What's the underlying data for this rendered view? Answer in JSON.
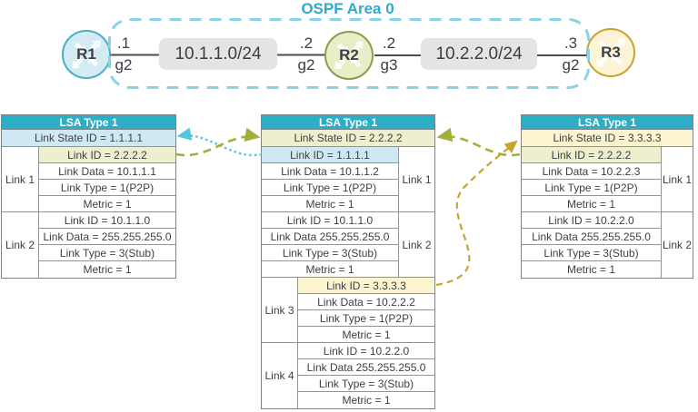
{
  "title": "OSPF Area 0",
  "topology": {
    "routers": [
      {
        "name": "R1",
        "color": "#d5ebf4",
        "border": "#47afc8"
      },
      {
        "name": "R2",
        "color": "#e9edc8",
        "border": "#8c9b4f"
      },
      {
        "name": "R3",
        "color": "#fcf4d5",
        "border": "#c7a334"
      }
    ],
    "networks": [
      {
        "name": "10.1.1.0/24"
      },
      {
        "name": "10.2.2.0/24"
      }
    ],
    "interfaces": [
      {
        "addr": ".1",
        "port": "g2"
      },
      {
        "addr": ".2",
        "port": "g2"
      },
      {
        "addr": ".2",
        "port": "g3"
      },
      {
        "addr": ".3",
        "port": "g2"
      }
    ]
  },
  "tables": [
    {
      "router": "R1",
      "header": "LSA Type 1",
      "link_state_id": "Link State ID = 1.1.1.1",
      "links": [
        {
          "label": "Link 1",
          "rows": [
            "Link ID = 2.2.2.2",
            "Link Data = 10.1.1.1",
            "Link Type = 1(P2P)",
            "Metric = 1"
          ]
        },
        {
          "label": "Link 2",
          "rows": [
            "Link ID = 10.1.1.0",
            "Link Data = 255.255.255.0",
            "Link Type = 3(Stub)",
            "Metric = 1"
          ]
        }
      ]
    },
    {
      "router": "R2",
      "header": "LSA Type 1",
      "link_state_id": "Link State ID = 2.2.2.2",
      "links": [
        {
          "label": "Link 1",
          "rows": [
            "Link ID = 1.1.1.1",
            "Link Data = 10.1.1.2",
            "Link Type = 1(P2P)",
            "Metric = 1"
          ]
        },
        {
          "label": "Link 2",
          "rows": [
            "Link ID = 10.1.1.0",
            "Link Data 255.255.255.0",
            "Link Type = 3(Stub)",
            "Metric = 1"
          ]
        },
        {
          "label": "Link 3",
          "rows": [
            "Link ID = 3.3.3.3",
            "Link Data = 10.2.2.2",
            "Link Type = 1(P2P)",
            "Metric = 1"
          ]
        },
        {
          "label": "Link 4",
          "rows": [
            "Link ID = 10.2.2.0",
            "Link Data 255.255.255.0",
            "Link Type = 3(Stub)",
            "Metric = 1"
          ]
        }
      ]
    },
    {
      "router": "R3",
      "header": "LSA Type 1",
      "link_state_id": "Link State ID = 3.3.3.3",
      "links": [
        {
          "label": "Link 1",
          "rows": [
            "Link ID = 2.2.2.2",
            "Link Data = 10.2.2.3",
            "Link Type = 1(P2P)",
            "Metric = 1"
          ]
        },
        {
          "label": "Link 2",
          "rows": [
            "Link ID = 10.2.2.0",
            "Link Data 255.255.255.0",
            "Link Type = 3(Stub)",
            "Metric = 1"
          ]
        }
      ]
    }
  ],
  "arrows": [
    {
      "from": "R2 LSA Link ID = 1.1.1.1",
      "to": "R1 LSA Link State ID = 1.1.1.1",
      "style": "dotted",
      "color": "#50c6df"
    },
    {
      "from": "R1 LSA Link ID = 2.2.2.2",
      "to": "R2 LSA Link State ID = 2.2.2.2",
      "style": "dashed",
      "color": "#a3af3b"
    },
    {
      "from": "R3 LSA Link ID = 2.2.2.2",
      "to": "R2 LSA Link State ID = 2.2.2.2",
      "style": "dashed",
      "color": "#a3af3b"
    },
    {
      "from": "R2 LSA Link ID = 3.3.3.3",
      "to": "R3 LSA Link State ID = 3.3.3.3",
      "style": "dashed",
      "color": "#c8a42d"
    }
  ],
  "colors": {
    "header_teal": "#2eaec6",
    "r1_blue": "#cfe9f4",
    "r2_green": "#edefce",
    "r3_yellow": "#fcf3cf",
    "area_border": "#8bd2e5",
    "title_text": "#2fabc9",
    "table_border": "#8f9497",
    "link_line": "#4b4b4b",
    "network_box": "#e4e4e4"
  }
}
